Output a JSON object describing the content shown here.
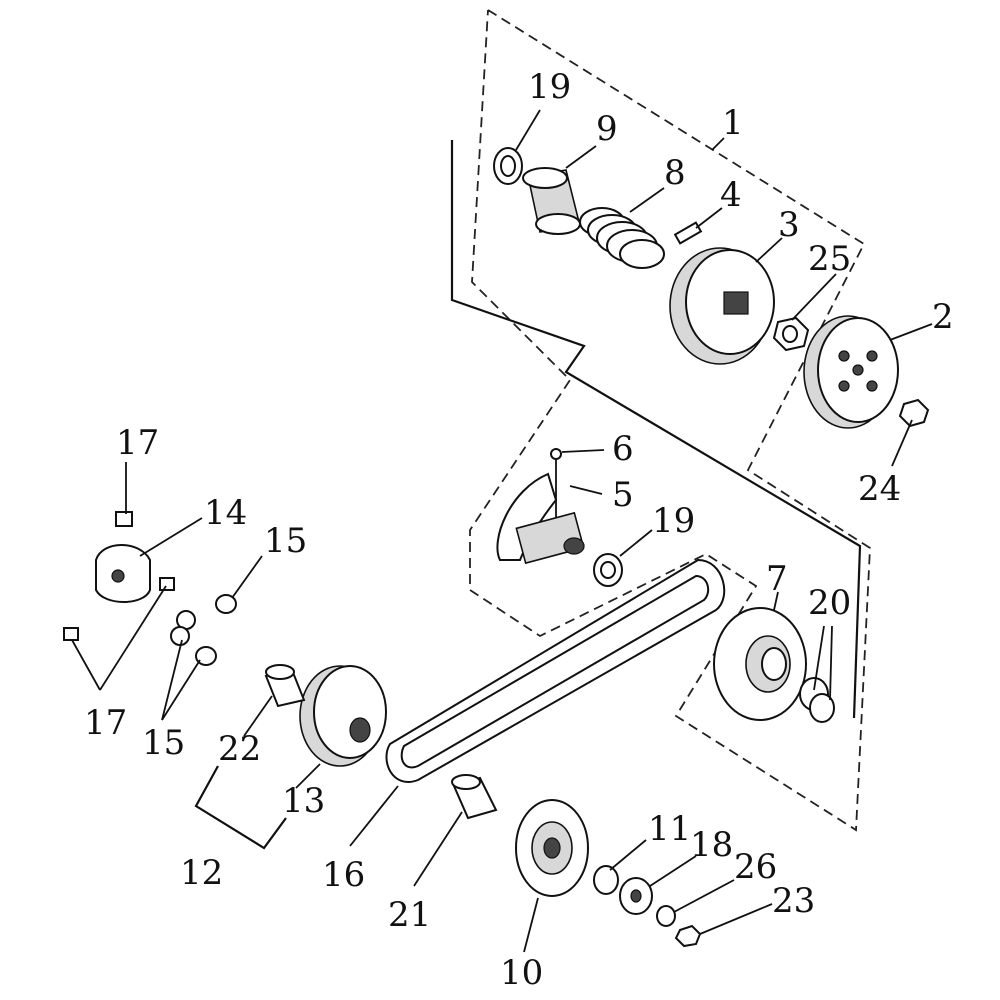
{
  "diagram": {
    "callouts": [
      "19",
      "9",
      "1",
      "8",
      "4",
      "3",
      "25",
      "2",
      "24",
      "6",
      "5",
      "19",
      "7",
      "20",
      "17",
      "14",
      "15",
      "17",
      "15",
      "22",
      "13",
      "12",
      "16",
      "21",
      "10",
      "11",
      "18",
      "26",
      "23"
    ]
  }
}
